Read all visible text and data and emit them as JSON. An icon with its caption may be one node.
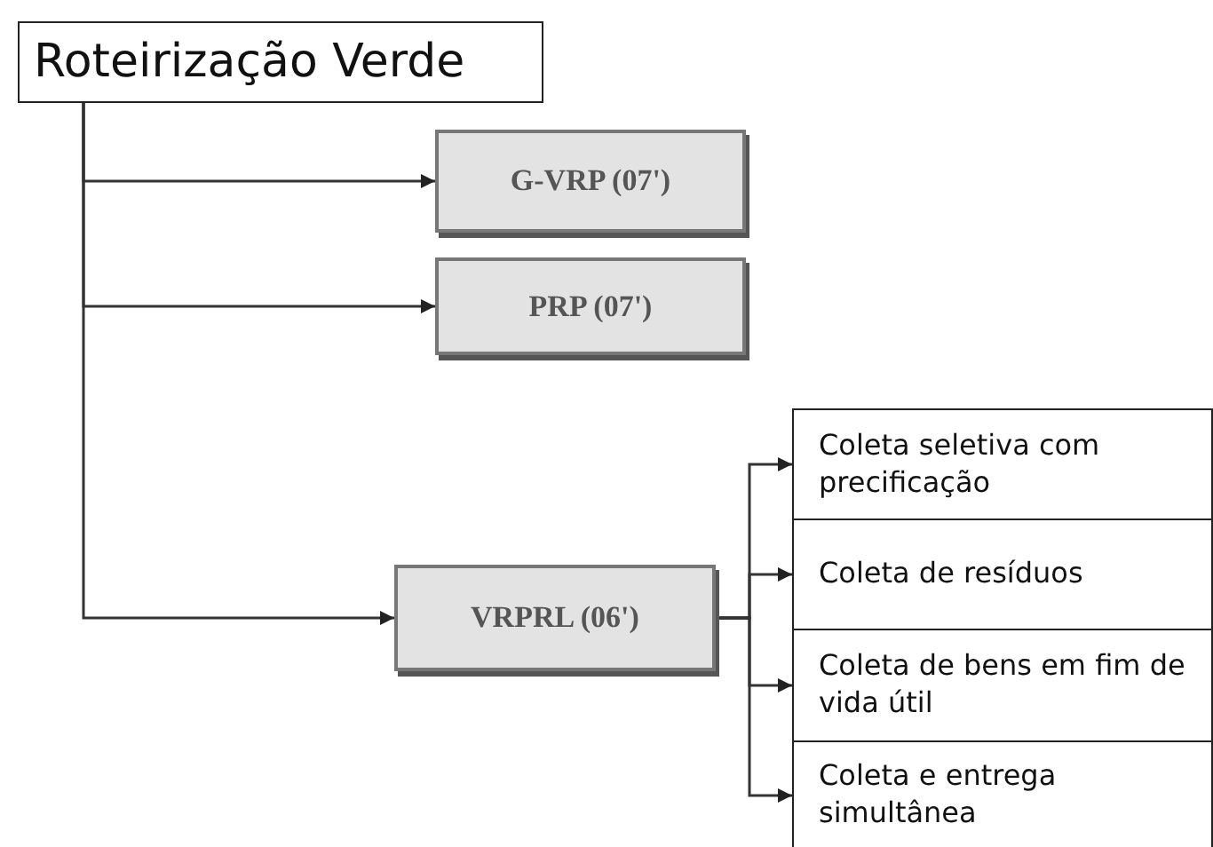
{
  "diagram": {
    "nodes": [
      {
        "text": [
          "Roteirização Verde"
        ]
      },
      {
        "text": [
          "G-VRP (07')"
        ]
      },
      {
        "text": [
          "PRP (07')"
        ]
      },
      {
        "text": [
          "VRPRL (06')"
        ]
      },
      {
        "text": [
          "Coleta seletiva com precificação"
        ]
      },
      {
        "text": [
          "Coleta de resíduos"
        ]
      },
      {
        "text": [
          "Coleta de bens em fim de vida útil"
        ]
      },
      {
        "text": [
          "Coleta e entrega simultânea"
        ]
      }
    ],
    "edges": [
      {
        "from": 0,
        "to": 1,
        "arrow": "to"
      },
      {
        "from": 0,
        "to": 2,
        "arrow": "to"
      },
      {
        "from": 0,
        "to": 3,
        "arrow": "to"
      },
      {
        "from": 3,
        "to": 4,
        "arrow": "to"
      },
      {
        "from": 3,
        "to": 5,
        "arrow": "to"
      },
      {
        "from": 3,
        "to": 6,
        "arrow": "to"
      },
      {
        "from": 3,
        "to": 7,
        "arrow": "to"
      }
    ]
  }
}
